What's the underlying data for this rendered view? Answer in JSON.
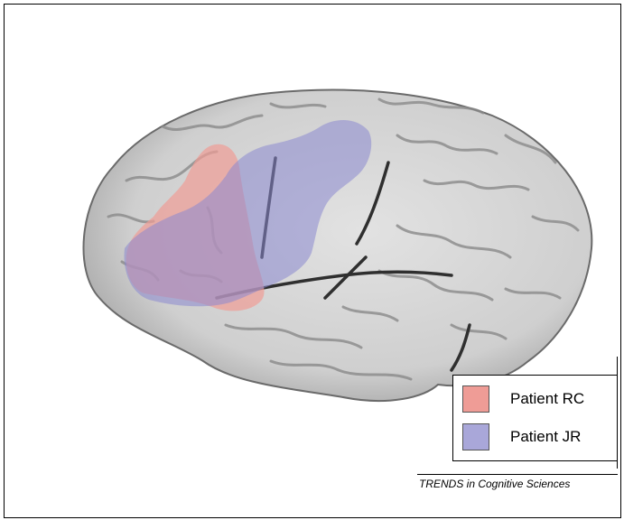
{
  "legend": {
    "items": [
      {
        "label": "Patient RC",
        "color": "#ef9c96"
      },
      {
        "label": "Patient JR",
        "color": "#a9a7d9"
      }
    ]
  },
  "source": "TRENDS in Cognitive Sciences"
}
